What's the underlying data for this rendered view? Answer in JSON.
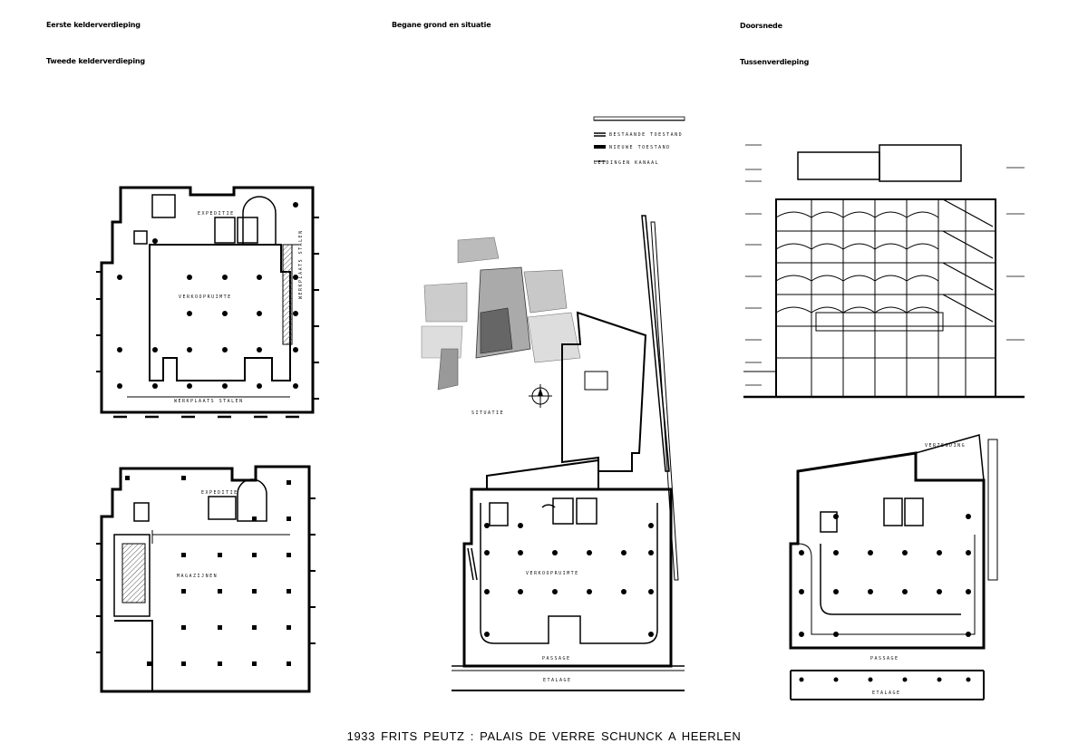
{
  "labels": {
    "eerste_kelder": "Eerste kelderverdieping",
    "tweede_kelder": "Tweede kelderverdieping",
    "begane_grond": "Begane grond en situatie",
    "doorsnede": "Doorsnede",
    "tussenverdieping": "Tussenverdieping"
  },
  "caption": "1933 FRITS PEUTZ : PALAIS DE VERRE SCHUNCK A HEERLEN",
  "plan_text": {
    "verkoopruimte": "VERKOOPRUIMTE",
    "werkplaats_stalen": "WERKPLAATS STALEN",
    "magazijnen": "MAGAZIJNEN",
    "passage": "PASSAGE",
    "etalage": "ETALAGE",
    "situatie": "SITUATIE",
    "bestaande_toestand": "BESTAANDE TOESTAND",
    "nieuwe_toestand": "NIEUWE TOESTAND",
    "leidingen_kanaal": "LEIDINGEN KANAAL",
    "expeditie": "EXPEDITIE",
    "verzending": "VERZENDING"
  }
}
